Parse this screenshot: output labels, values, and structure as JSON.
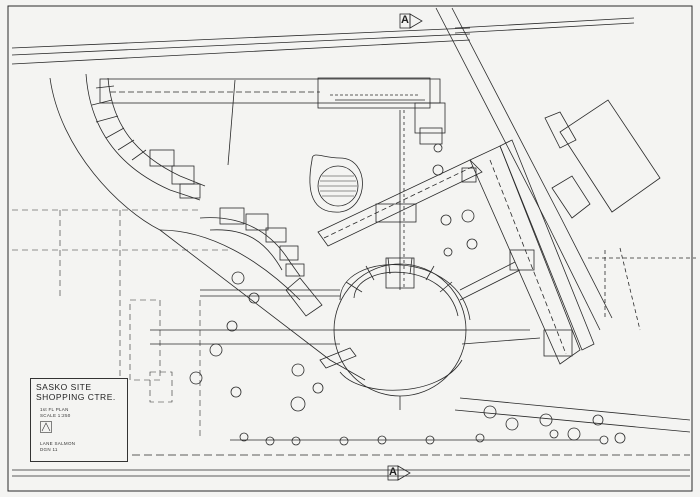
{
  "section_marker": {
    "letter": "A"
  },
  "title_block": {
    "line1": "SASKO SITE",
    "line2": "SHOPPING CTRE.",
    "plan_label": "1st FL PLAN",
    "scale_label": "SCALE 1:250",
    "author": "LANE SALMON",
    "ref": "DGN 11"
  },
  "colors": {
    "ink": "#2a2a2a",
    "paper": "#f4f4f2"
  }
}
